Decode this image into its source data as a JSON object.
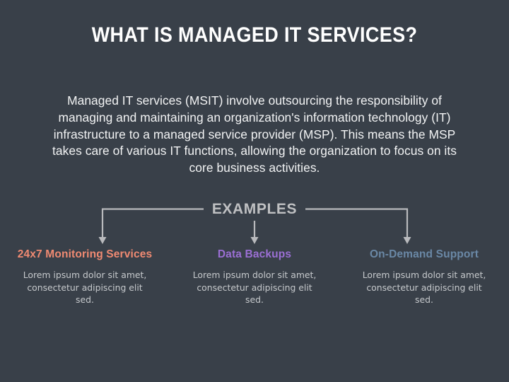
{
  "slide": {
    "background_color": "#394049",
    "title": "WHAT IS MANAGED IT SERVICES?",
    "intro_paragraph": "Managed IT services (MSIT) involve outsourcing the responsibility of managing and maintaining an organization's information technology (IT) infrastructure to a managed service provider (MSP). This means the MSP takes care of various IT functions, allowing the organization to focus on its core business activities."
  },
  "examples_section": {
    "label": "EXAMPLES",
    "label_color": "#bfc0c2",
    "connector_color": "#b9babd",
    "columns": [
      {
        "heading": "24x7 Monitoring Services",
        "heading_color": "#f08a72",
        "body": "Lorem ipsum dolor sit amet, consectetur adipiscing elit sed."
      },
      {
        "heading": "Data Backups",
        "heading_color": "#9b6fd4",
        "body": "Lorem ipsum dolor sit amet, consectetur adipiscing elit sed."
      },
      {
        "heading": "On-Demand Support",
        "heading_color": "#6a88a6",
        "body": "Lorem ipsum dolor sit amet, consectetur adipiscing elit sed."
      }
    ]
  }
}
